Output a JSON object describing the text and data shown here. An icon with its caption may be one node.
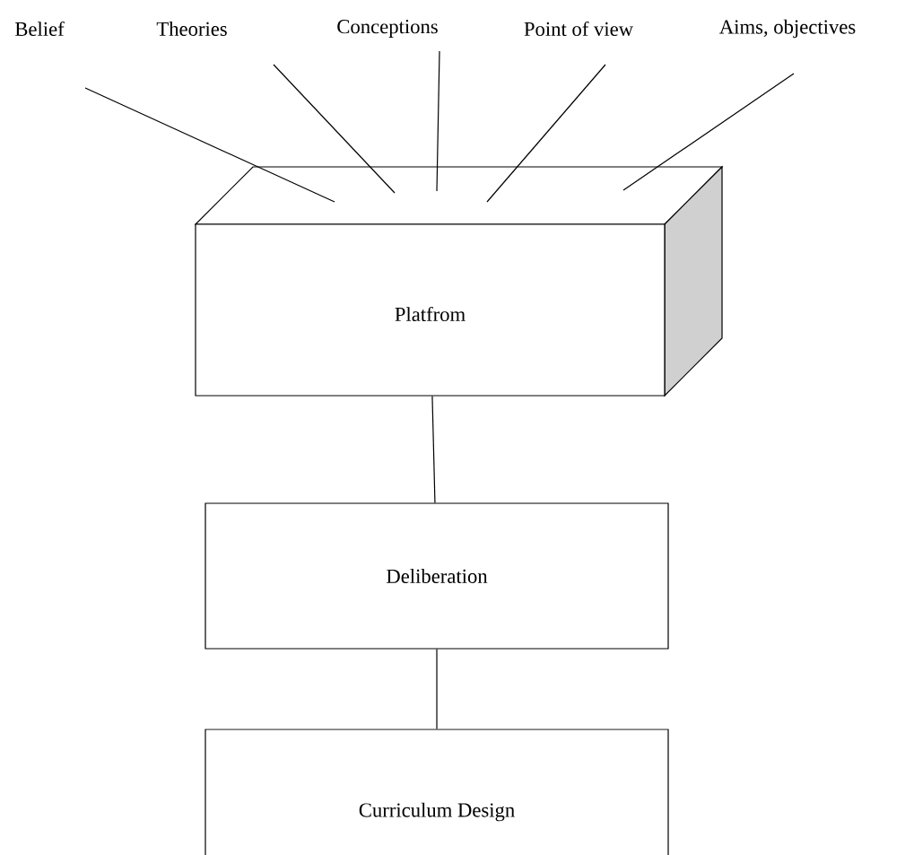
{
  "diagram": {
    "nodes": [
      {
        "text": [
          "Belief"
        ]
      },
      {
        "text": [
          "Theories"
        ]
      },
      {
        "text": [
          "Conceptions"
        ]
      },
      {
        "text": [
          "Point of view"
        ]
      },
      {
        "text": [
          "Aims, objectives"
        ]
      },
      {
        "text": [
          "Platfrom"
        ]
      },
      {
        "text": [
          "Deliberation"
        ]
      },
      {
        "text": [
          "Curriculum Design"
        ]
      }
    ],
    "edges": [
      {
        "from": 0,
        "to": 5,
        "arrow": "none"
      },
      {
        "from": 1,
        "to": 5,
        "arrow": "none"
      },
      {
        "from": 2,
        "to": 5,
        "arrow": "none"
      },
      {
        "from": 3,
        "to": 5,
        "arrow": "none"
      },
      {
        "from": 4,
        "to": 5,
        "arrow": "none"
      },
      {
        "from": 5,
        "to": 6,
        "arrow": "none"
      },
      {
        "from": 6,
        "to": 7,
        "arrow": "none"
      }
    ]
  }
}
